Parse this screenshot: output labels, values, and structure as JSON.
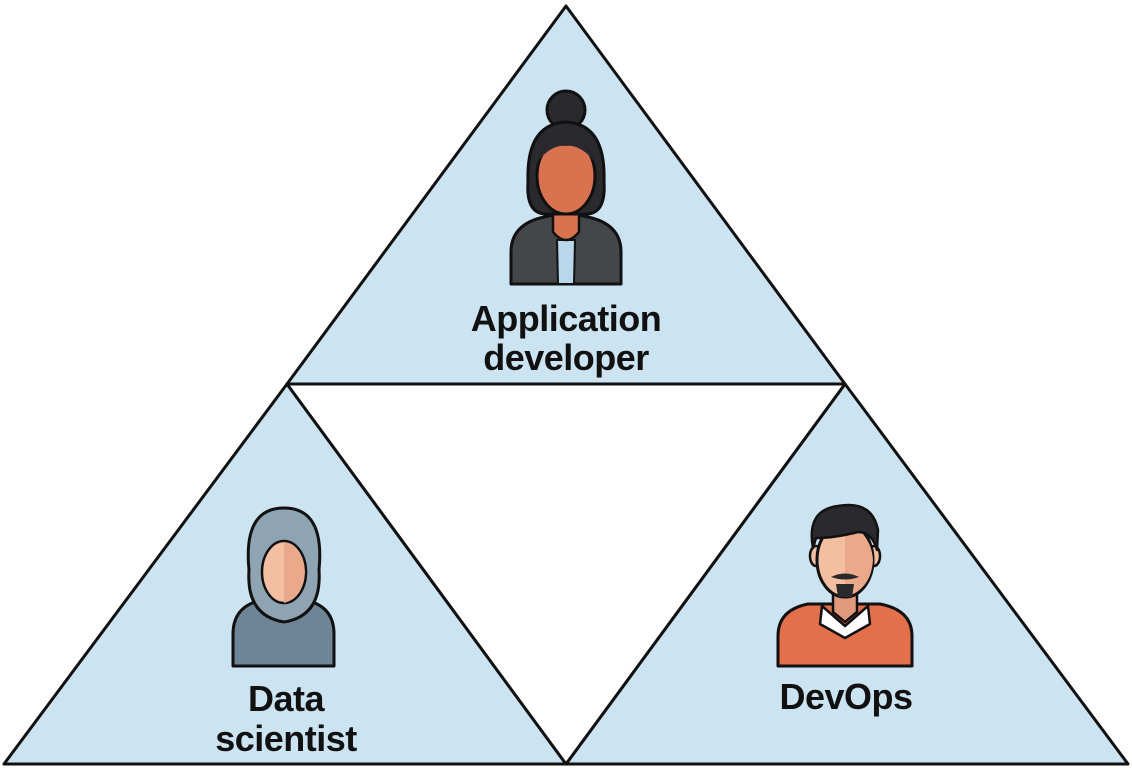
{
  "roles": [
    {
      "id": "application-developer",
      "label_lines": [
        "Application",
        "developer"
      ],
      "avatar": "woman-with-bun-icon"
    },
    {
      "id": "data-scientist",
      "label_lines": [
        "Data",
        "scientist"
      ],
      "avatar": "woman-in-hijab-icon"
    },
    {
      "id": "devops",
      "label_lines": [
        "DevOps"
      ],
      "avatar": "man-with-beard-icon"
    }
  ],
  "colors": {
    "triangle_fill": "#cce3f1",
    "outline": "#111111",
    "center_fill": "#ffffff",
    "skin_dark": "#d9734f",
    "skin_light": "#f4bea0",
    "jacket": "#45464a",
    "hijab": "#8fa4b3",
    "devops_shirt": "#e2704a"
  }
}
